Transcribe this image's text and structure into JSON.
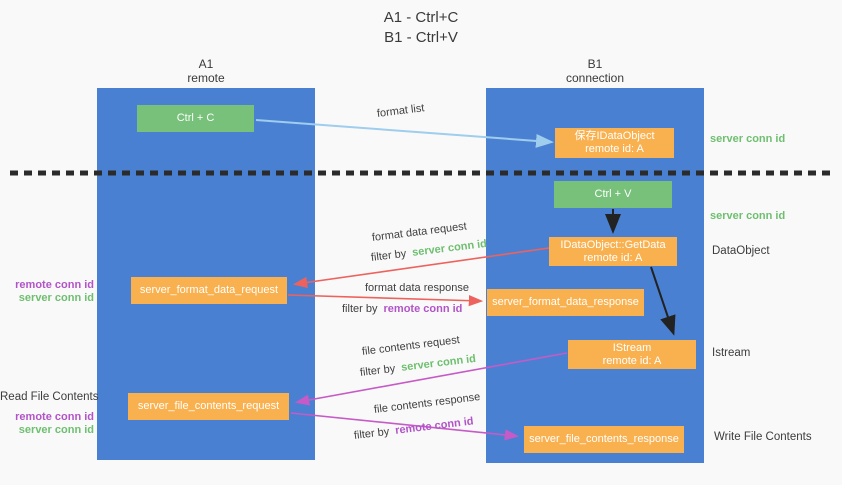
{
  "title": {
    "line1": "A1 - Ctrl+C",
    "line2": "B1 - Ctrl+V"
  },
  "columns": {
    "a": {
      "name": "A1",
      "role": "remote"
    },
    "b": {
      "name": "B1",
      "role": "connection"
    }
  },
  "nodes": {
    "ctrl_c": {
      "label": "Ctrl + C"
    },
    "save_dataobject": {
      "line1": "保存IDataObject",
      "line2": "remote id: A"
    },
    "ctrl_v": {
      "label": "Ctrl + V"
    },
    "getdata": {
      "line1": "IDataObject::GetData",
      "line2": "remote id: A"
    },
    "format_request": {
      "label": "server_format_data_request"
    },
    "format_response": {
      "label": "server_format_data_response"
    },
    "istream": {
      "line1": "IStream",
      "line2": "remote id: A"
    },
    "file_request": {
      "label": "server_file_contents_request"
    },
    "file_response": {
      "label": "server_file_contents_response"
    }
  },
  "flow_labels": {
    "format_list": "format list",
    "format_data_request": "format data request",
    "format_data_response": "format data response",
    "file_contents_request": "file contents request",
    "file_contents_response": "file contents response",
    "filter_by": "filter by",
    "server_conn_id": "server conn id",
    "remote_conn_id": "remote conn id"
  },
  "side_labels": {
    "server_conn_id_top": "server conn id",
    "server_conn_id_mid": "server conn id",
    "dataobject": "DataObject",
    "istream": "Istream",
    "write_file_contents": "Write File Contents",
    "read_file_contents": "Read File Contents",
    "remote_conn_id": "remote conn id",
    "server_conn_id": "server conn id"
  },
  "colors": {
    "column_blue": "#4a80d2",
    "box_orange": "#f9b04e",
    "box_green": "#77c17a",
    "green_text": "#6fbf70",
    "purple_text": "#b254c8",
    "red_arrow": "#ee625d",
    "magenta_arrow": "#c65ac6",
    "light_blue_arrow": "#9ecdee",
    "black_arrow": "#222222"
  }
}
